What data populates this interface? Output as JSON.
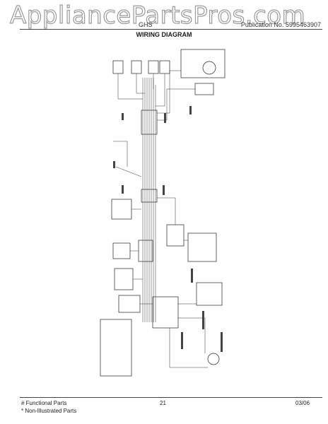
{
  "watermark": "AppliancePartsPros.com",
  "header": {
    "model": "GHS",
    "publication_label": "Publication No.",
    "publication_no": "5995463907",
    "title": "WIRING DIAGRAM"
  },
  "footer": {
    "note1": "# Functional Parts",
    "note2": "* Non-Illustrated Parts",
    "page": "21",
    "date": "03/06"
  }
}
